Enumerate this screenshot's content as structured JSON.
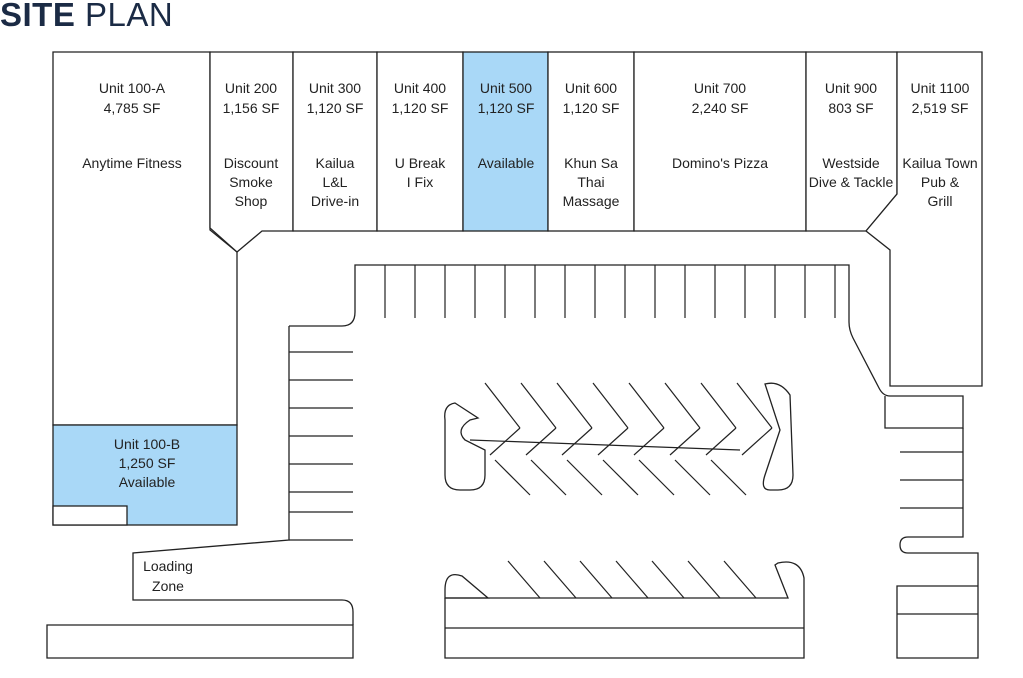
{
  "header": {
    "title_bold": "SITE",
    "title_light": "PLAN"
  },
  "colors": {
    "available": "#a9d8f7",
    "title": "#1b2b45",
    "line": "#222222"
  },
  "units": [
    {
      "id": "unit-100a",
      "lines": [
        "Unit 100-A",
        "4,785 SF"
      ],
      "tenant": [
        "Anytime Fitness"
      ],
      "available": false
    },
    {
      "id": "unit-200",
      "lines": [
        "Unit 200",
        "1,156 SF"
      ],
      "tenant": [
        "Discount",
        "Smoke",
        "Shop"
      ],
      "available": false
    },
    {
      "id": "unit-300",
      "lines": [
        "Unit 300",
        "1,120 SF"
      ],
      "tenant": [
        "Kailua",
        "L&L",
        "Drive-in"
      ],
      "available": false
    },
    {
      "id": "unit-400",
      "lines": [
        "Unit 400",
        "1,120 SF"
      ],
      "tenant": [
        "U Break",
        "I Fix"
      ],
      "available": false
    },
    {
      "id": "unit-500",
      "lines": [
        "Unit 500",
        "1,120 SF"
      ],
      "tenant": [
        "Available"
      ],
      "available": true
    },
    {
      "id": "unit-600",
      "lines": [
        "Unit 600",
        "1,120 SF"
      ],
      "tenant": [
        "Khun Sa",
        "Thai",
        "Massage"
      ],
      "available": false
    },
    {
      "id": "unit-700",
      "lines": [
        "Unit 700",
        "2,240 SF"
      ],
      "tenant": [
        "Domino's Pizza"
      ],
      "available": false
    },
    {
      "id": "unit-900",
      "lines": [
        "Unit 900",
        "803 SF"
      ],
      "tenant": [
        "Westside",
        "Dive & Tackle"
      ],
      "available": false
    },
    {
      "id": "unit-1100",
      "lines": [
        "Unit 1100",
        "2,519 SF"
      ],
      "tenant": [
        "Kailua Town",
        "Pub &",
        "Grill"
      ],
      "available": false
    },
    {
      "id": "unit-100b",
      "lines": [
        "Unit 100-B",
        "1,250 SF",
        "Available"
      ],
      "tenant": [],
      "available": true
    }
  ],
  "loading_zone": [
    "Loading",
    "Zone"
  ]
}
